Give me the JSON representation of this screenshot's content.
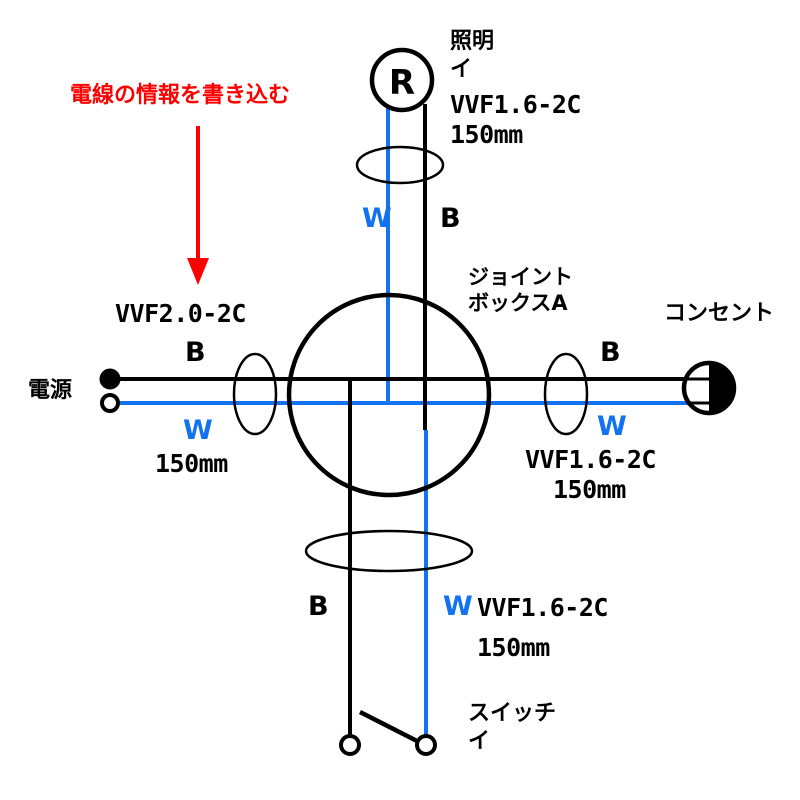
{
  "diagram": {
    "title_note": "電線の情報を書き込む",
    "colors": {
      "black_wire": "#000000",
      "white_wire": "#1272f0",
      "note_red": "#fe0000",
      "background": "#ffffff"
    },
    "components": {
      "lamp": {
        "symbol_letter": "R",
        "name": "照明",
        "circuit_mark": "イ"
      },
      "joint_box": {
        "name_line1": "ジョイント",
        "name_line2": "ボックスA"
      },
      "outlet": {
        "name": "コンセント"
      },
      "switch": {
        "name_line1": "スイッチ",
        "name_line2": "イ"
      },
      "power_source": {
        "name": "電源"
      }
    },
    "cables": {
      "lamp_branch": {
        "type": "VVF1.6-2C",
        "length": "150mm",
        "black_mark": "B",
        "white_mark": "W"
      },
      "supply_branch": {
        "type": "VVF2.0-2C",
        "length": "150mm",
        "black_mark": "B",
        "white_mark": "W"
      },
      "outlet_branch": {
        "type": "VVF1.6-2C",
        "length": "150mm",
        "black_mark": "B",
        "white_mark": "W"
      },
      "switch_branch": {
        "type": "VVF1.6-2C",
        "length": "150mm",
        "black_mark": "B",
        "white_mark": "W"
      }
    }
  }
}
